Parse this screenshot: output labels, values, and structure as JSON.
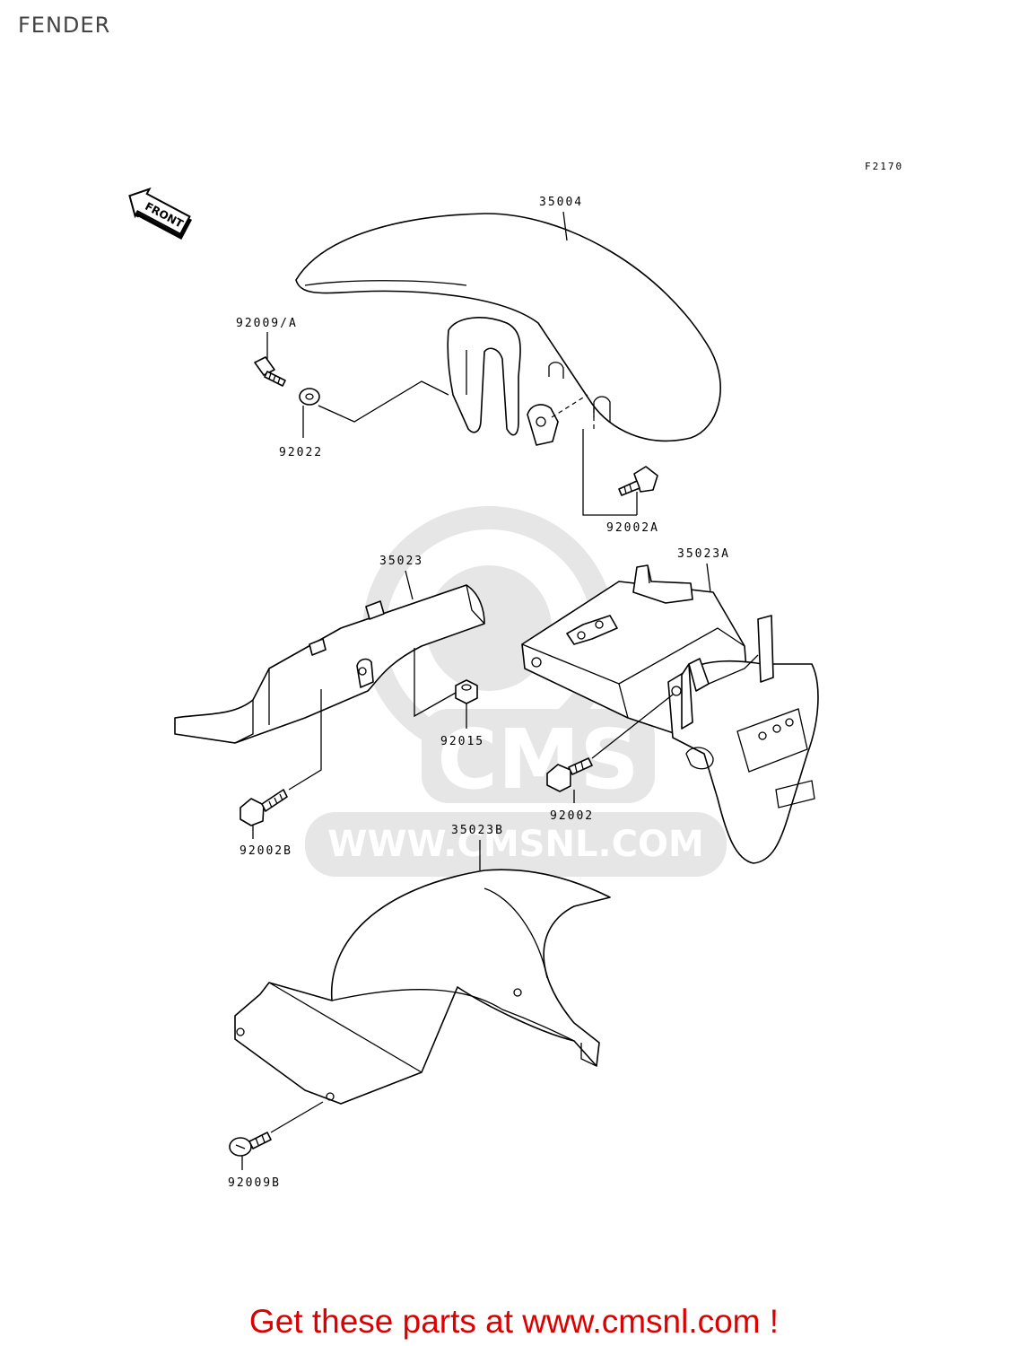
{
  "page": {
    "title": "FENDER",
    "figure_code": "F2170",
    "front_arrow_label": "FRONT",
    "promo_text": "Get these parts at www.cmsnl.com !"
  },
  "watermark": {
    "brand": "CMS",
    "url": "WWW.CMSNL.COM"
  },
  "parts": {
    "front_fender": "35004",
    "bolt_92009A": "92009/A",
    "washer_92022": "92022",
    "bolt_92002A": "92002A",
    "rear_fender_front": "35023",
    "rear_fender_rear": "35023A",
    "collar_92015": "92015",
    "bolt_92002B": "92002B",
    "bolt_92002": "92002",
    "rear_flap": "35023B",
    "bolt_92009B": "92009B"
  },
  "colors": {
    "promo": "#dd0000",
    "title": "#444444",
    "watermark": "#e6e6e6"
  }
}
